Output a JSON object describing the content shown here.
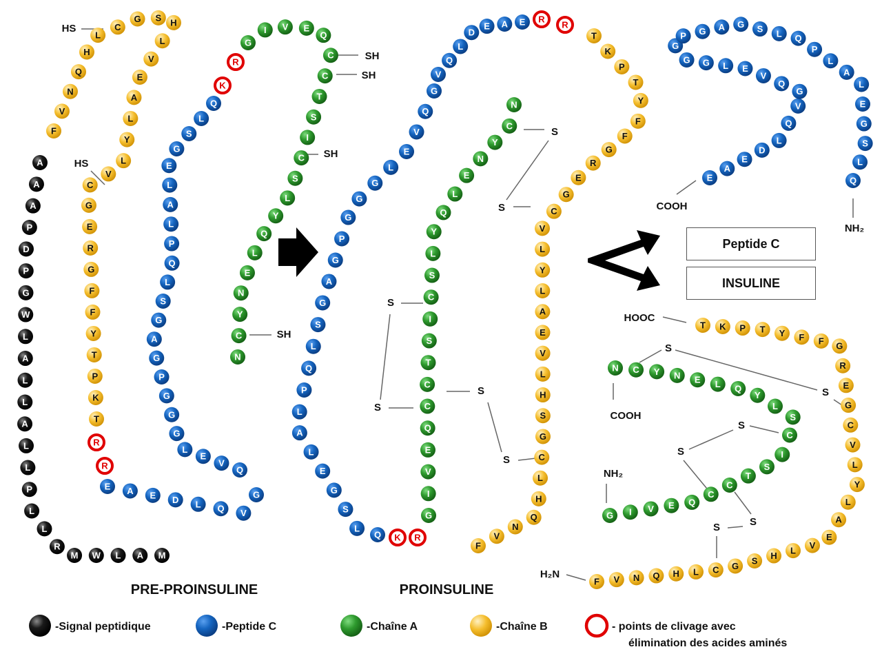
{
  "colors": {
    "signal": "#0a0a0a",
    "peptide_c": "#1565c0",
    "chain_a": "#2e9a2e",
    "chain_b": "#f2b21a",
    "cleavage": "#e00000"
  },
  "titles": {
    "preproinsulin": "PRE-PROINSULINE",
    "proinsulin": "PROINSULINE"
  },
  "boxes": {
    "peptide_c": "Peptide C",
    "insulin": "INSULINE"
  },
  "labels": {
    "hs": "HS",
    "sh": "SH",
    "s": "S",
    "cooh": "COOH",
    "hooc": "HOOC",
    "nh2": "NH₂",
    "h2n": "H₂N"
  },
  "legend": {
    "signal": "-Signal peptidique",
    "peptide_c": "-Peptide C",
    "chain_a": "-Chaîne A",
    "chain_b": "-Chaîne B",
    "cleavage_line1": "- points de clivage avec",
    "cleavage_line2": "élimination des acides aminés"
  },
  "sequences": {
    "pre_signal": "MALWMRLLPLLALLALWGPDPAAA",
    "pre_b": "FVNQHLCGSHLVEALYLVCGERGFFYTPKT",
    "pre_cut1": "RR",
    "pre_c": "EAEDLQVGQVELGGGPGAGSLQPLALEGSLQ",
    "pre_cut2": "KR",
    "pre_a": "GIVEQCCTSICSLYQLENYCN",
    "pro_b": "FVNQHLCGSHLVEALYLVCGERGFFYTPKT",
    "pro_cut1": "RR",
    "pro_c": "EAEDLQVGQVELGGGPGAGSLQPLALEGSLQ",
    "pro_cut2": "KR",
    "pro_a": "GIVEQCCTSICSLYQLENYCN",
    "cpep": "EAEDLQVGQVELGGGPGAGSLQPLALEGSLQ",
    "ins_a": "GIVEQCCTSICSLYQLENYCN",
    "ins_b": "FVNQHLCGSHLVEALYLVCGERGFFYTPKT"
  }
}
